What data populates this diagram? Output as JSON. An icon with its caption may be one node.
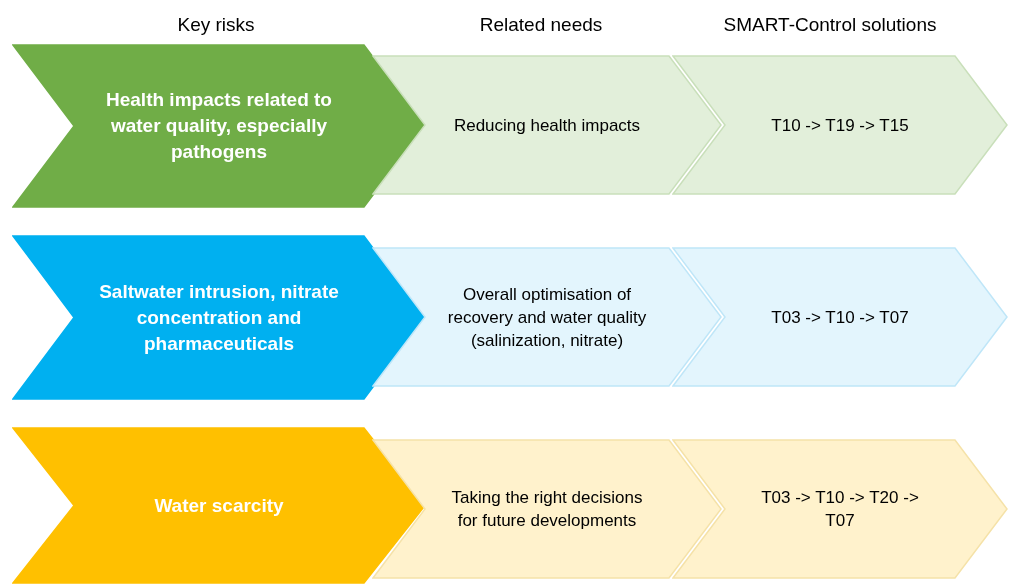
{
  "diagram": {
    "nodes": [
      {
        "text": [
          "Health impacts related to water quality, especially pathogens"
        ]
      },
      {
        "text": [
          "Reducing health impacts"
        ]
      },
      {
        "text": [
          "T10 -> T19 -> T15"
        ]
      },
      {
        "text": [
          "Saltwater intrusion, nitrate concentration and pharmaceuticals"
        ]
      },
      {
        "text": [
          "Overall optimisation of recovery and water quality (salinization, nitrate)"
        ]
      },
      {
        "text": [
          "T03 -> T10 -> T07"
        ]
      },
      {
        "text": [
          "Water scarcity"
        ]
      },
      {
        "text": [
          "Taking the right decisions for future developments"
        ]
      },
      {
        "text": [
          "T03 -> T10 -> T20 -> T07"
        ]
      }
    ],
    "labels": [
      "Key risks",
      "Related needs",
      "SMART-Control solutions"
    ]
  }
}
